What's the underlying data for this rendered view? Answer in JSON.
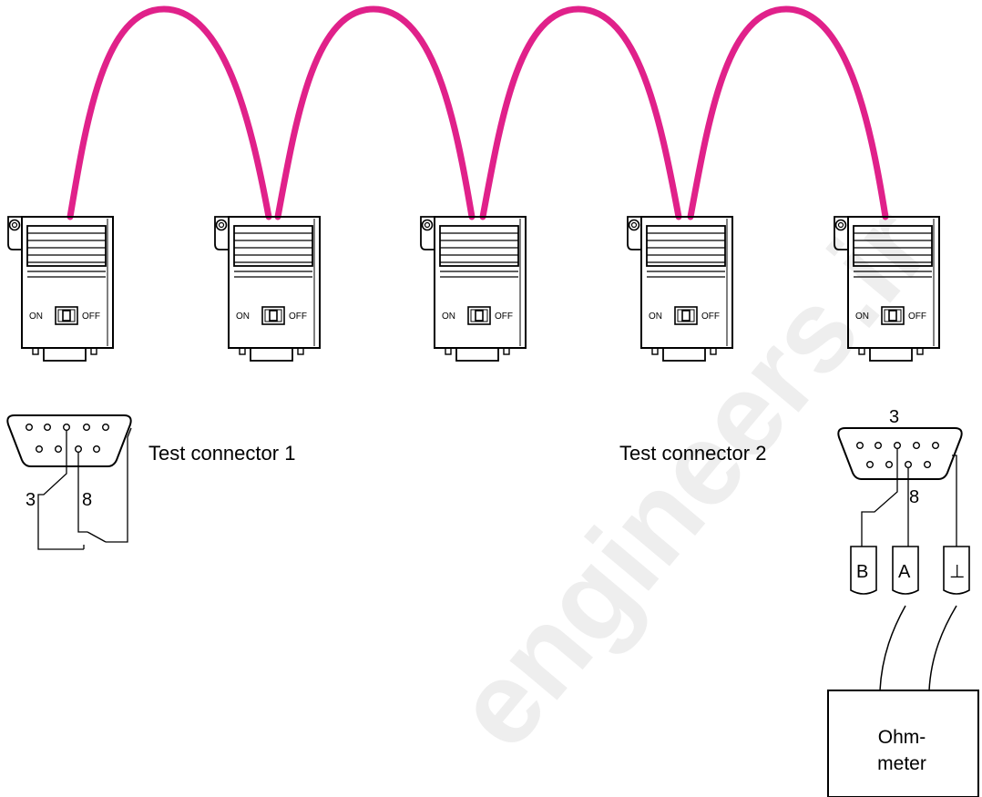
{
  "connectors": [
    {
      "switch_on": "ON",
      "switch_off": "OFF"
    },
    {
      "switch_on": "ON",
      "switch_off": "OFF"
    },
    {
      "switch_on": "ON",
      "switch_off": "OFF"
    },
    {
      "switch_on": "ON",
      "switch_off": "OFF"
    },
    {
      "switch_on": "ON",
      "switch_off": "OFF"
    }
  ],
  "test_connector_1": {
    "label": "Test connector 1",
    "pin_a": "3",
    "pin_b": "8"
  },
  "test_connector_2": {
    "label": "Test connector 2",
    "pin_a": "3",
    "pin_b": "8"
  },
  "probes": {
    "b": "B",
    "a": "A",
    "ground": "⊥"
  },
  "meter": {
    "line1": "Ohm-",
    "line2": "meter"
  },
  "watermark": "engineers.ir",
  "colors": {
    "cable": "#e0218a",
    "ink": "#000000",
    "watermark": "#ececec"
  }
}
